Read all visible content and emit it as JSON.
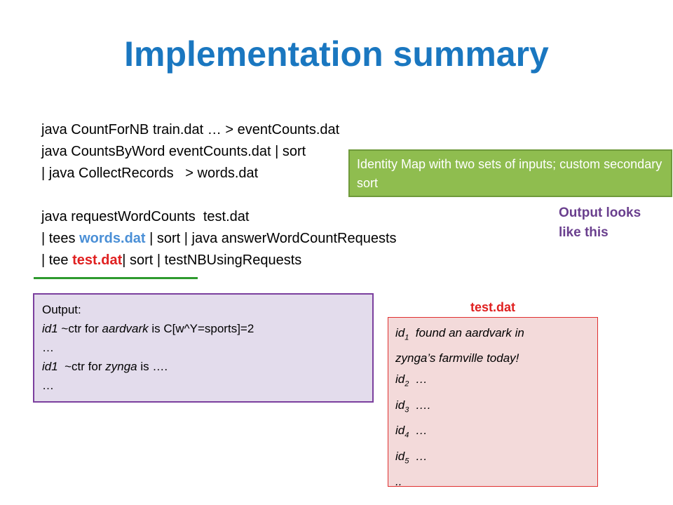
{
  "slide": {
    "title": "Implementation summary",
    "commands": {
      "line1": "java CountForNB train.dat … > eventCounts.dat",
      "line2": "java CountsByWord eventCounts.dat | sort",
      "line3": "| java CollectRecords   > words.dat",
      "line4": "java requestWordCounts  test.dat",
      "line5_pre": "| tees ",
      "line5_hl": "words.dat",
      "line5_post": " | sort | java answerWordCountRequests",
      "line6_pre": "| tee ",
      "line6_hl": "test.dat",
      "line6_post": "| sort | testNBUsingRequests"
    },
    "callout": "Identity Map with two sets of inputs; custom secondary sort",
    "output_note": "Output looks like this",
    "output_box": {
      "heading": "Output:",
      "r1_id": "id1",
      "r1_mid": " ~ctr for ",
      "r1_word": "aardvark",
      "r1_end": " is C[w^Y=sports]=2",
      "r2": "…",
      "r3_id": "id1",
      "r3_mid": "  ~ctr for ",
      "r3_word": "zynga",
      "r3_end": " is ….",
      "r4": "…"
    },
    "testdat": {
      "label": "test.dat",
      "id_prefix": "id",
      "r1_sub": "1",
      "r1_text": "  found an aardvark in",
      "r1b_text": "zynga’s farmville today!",
      "r2_sub": "2",
      "r2_text": "  …",
      "r3_sub": "3",
      "r3_text": "  ….",
      "r4_sub": "4",
      "r4_text": "  …",
      "r5_sub": "5",
      "r5_text": "  …",
      "r6_text": ".."
    },
    "colors": {
      "title": "#1a77c0",
      "highlight_blue": "#4a8fd6",
      "highlight_red": "#e02020",
      "callout_bg": "#8fbd4f",
      "note_purple": "#6a3f8e",
      "output_bg": "#e3dcec",
      "testdat_bg": "#f3dada",
      "underline_green": "#2e9a2e"
    }
  }
}
